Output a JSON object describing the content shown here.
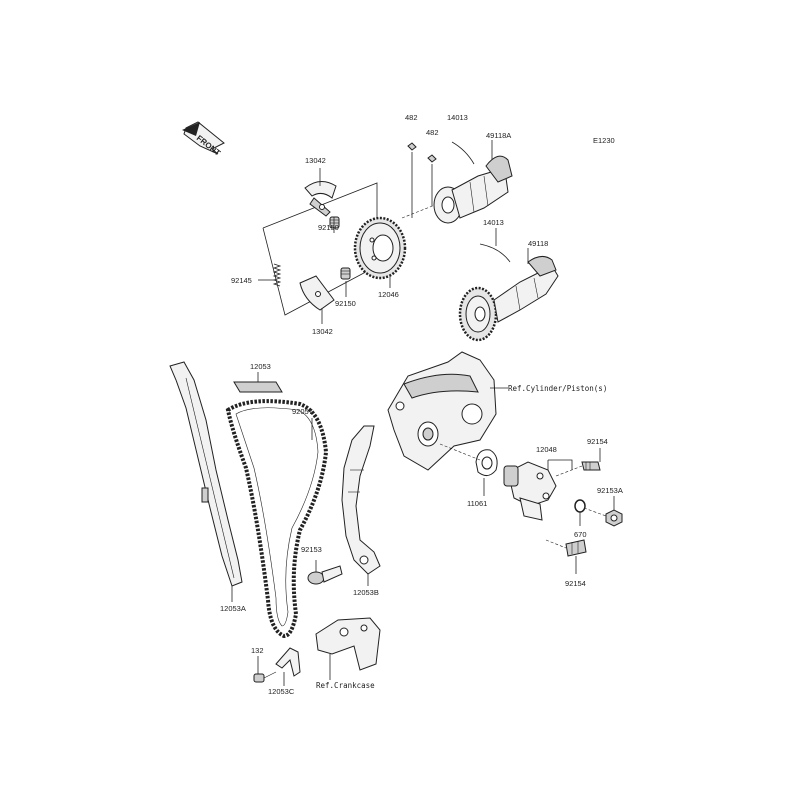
{
  "diagram_code": "E1230",
  "front_label": "FRONT",
  "labels": {
    "p13042_top": "13042",
    "p13042_bottom": "13042",
    "p92150_a": "92150",
    "p92150_b": "92150",
    "p92145": "92145",
    "p12046": "12046",
    "p482_a": "482",
    "p482_b": "482",
    "p14013_a": "14013",
    "p14013_b": "14013",
    "p49118A": "49118A",
    "p49118": "49118",
    "p12053": "12053",
    "p92057": "92057",
    "p12053A": "12053A",
    "p12053B": "12053B",
    "p12053C": "12053C",
    "p92153": "92153",
    "p132": "132",
    "p11061": "11061",
    "p12048": "12048",
    "p92154_a": "92154",
    "p92154_b": "92154",
    "p92153A": "92153A",
    "p670": "670",
    "ref_cylinder": "Ref.Cylinder/Piston(s)",
    "ref_crankcase": "Ref.Crankcase"
  }
}
